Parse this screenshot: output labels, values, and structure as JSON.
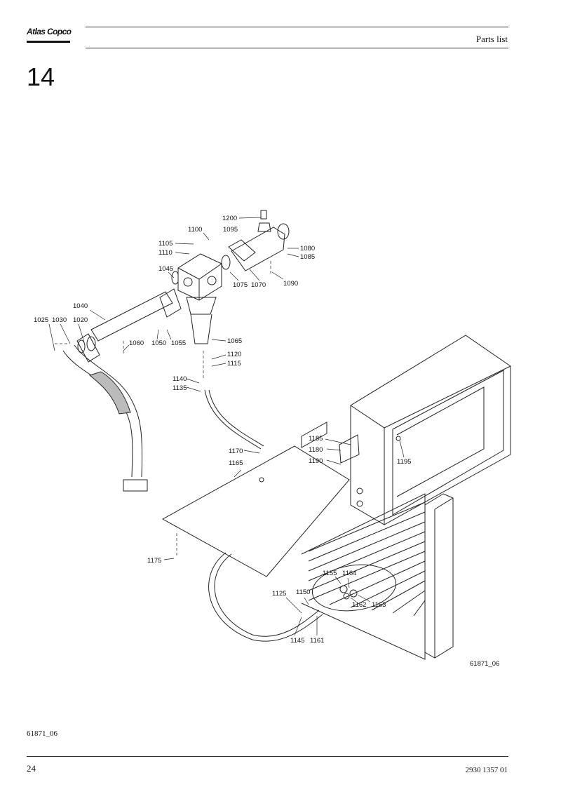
{
  "header": {
    "brand": "Atlas Copco",
    "title": "Parts list",
    "chapter": "14"
  },
  "drawing": {
    "ref": "61871_06",
    "callouts": [
      {
        "id": "1200",
        "label": "1200"
      },
      {
        "id": "1100",
        "label": "1100"
      },
      {
        "id": "1095",
        "label": "1095"
      },
      {
        "id": "1105",
        "label": "1105"
      },
      {
        "id": "1110",
        "label": "1110"
      },
      {
        "id": "1080",
        "label": "1080"
      },
      {
        "id": "1085",
        "label": "1085"
      },
      {
        "id": "1045",
        "label": "1045"
      },
      {
        "id": "1075",
        "label": "1075"
      },
      {
        "id": "1070",
        "label": "1070"
      },
      {
        "id": "1090",
        "label": "1090"
      },
      {
        "id": "1040",
        "label": "1040"
      },
      {
        "id": "1025",
        "label": "1025"
      },
      {
        "id": "1030",
        "label": "1030"
      },
      {
        "id": "1020",
        "label": "1020"
      },
      {
        "id": "1060",
        "label": "1060"
      },
      {
        "id": "1050",
        "label": "1050"
      },
      {
        "id": "1055",
        "label": "1055"
      },
      {
        "id": "1065",
        "label": "1065"
      },
      {
        "id": "1120",
        "label": "1120"
      },
      {
        "id": "1115",
        "label": "1115"
      },
      {
        "id": "1140",
        "label": "1140"
      },
      {
        "id": "1135",
        "label": "1135"
      },
      {
        "id": "1185",
        "label": "1185"
      },
      {
        "id": "1180",
        "label": "1180"
      },
      {
        "id": "1190",
        "label": "1190"
      },
      {
        "id": "1195",
        "label": "1195"
      },
      {
        "id": "1170",
        "label": "1170"
      },
      {
        "id": "1165",
        "label": "1165"
      },
      {
        "id": "1175",
        "label": "1175"
      },
      {
        "id": "1155",
        "label": "1155"
      },
      {
        "id": "1164",
        "label": "1164"
      },
      {
        "id": "1125",
        "label": "1125"
      },
      {
        "id": "1150",
        "label": "1150"
      },
      {
        "id": "1162",
        "label": "1162"
      },
      {
        "id": "1163",
        "label": "1163"
      },
      {
        "id": "1145",
        "label": "1145"
      },
      {
        "id": "1161",
        "label": "1161"
      }
    ]
  },
  "footer": {
    "ref": "61871_06",
    "page": "24",
    "docnum": "2930 1357 01"
  }
}
